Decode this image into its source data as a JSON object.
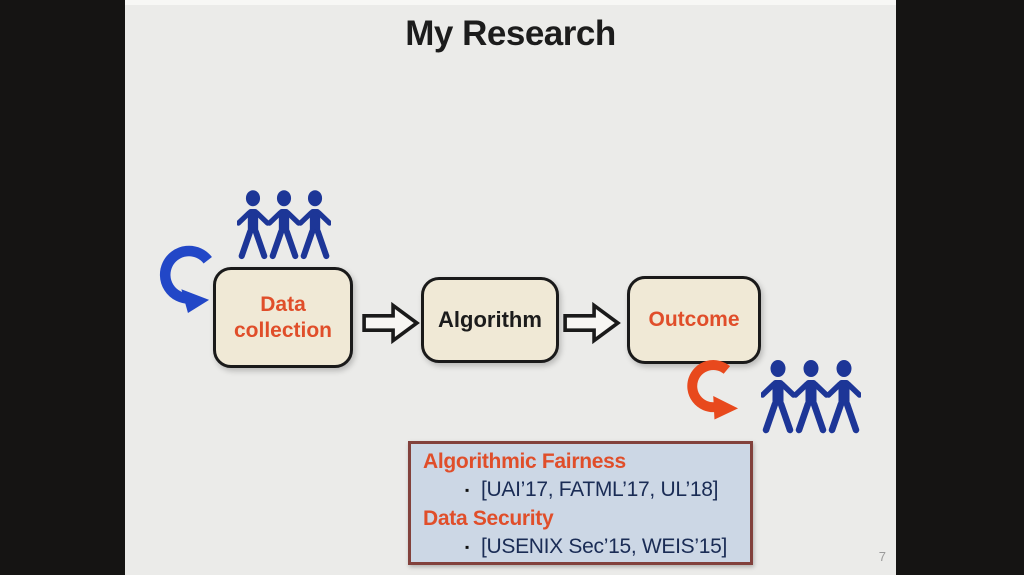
{
  "slide": {
    "title": "My Research",
    "page_number": "7",
    "flow": {
      "box1_label": "Data collection",
      "box2_label": "Algorithm",
      "box3_label": "Outcome"
    },
    "info_box": {
      "bullet": "▪",
      "sections": [
        {
          "heading": "Algorithmic Fairness",
          "citation": "[UAI’17, FATML’17, UL’18]"
        },
        {
          "heading": "Data Security",
          "citation": "[USENIX Sec’15, WEIS’15]"
        }
      ]
    },
    "colors": {
      "slide_background": "#ebebe9",
      "letterbox": "#151413",
      "box_fill": "#f0e9d6",
      "box_border": "#1a1a1a",
      "accent_orange": "#e04e2a",
      "people_navy": "#1d3697",
      "arrow_blue": "#2247c7",
      "arrow_orange": "#e8491d",
      "info_box_fill": "#ccd7e5",
      "info_box_border": "#82413c",
      "citation_navy": "#1a2c55"
    }
  }
}
